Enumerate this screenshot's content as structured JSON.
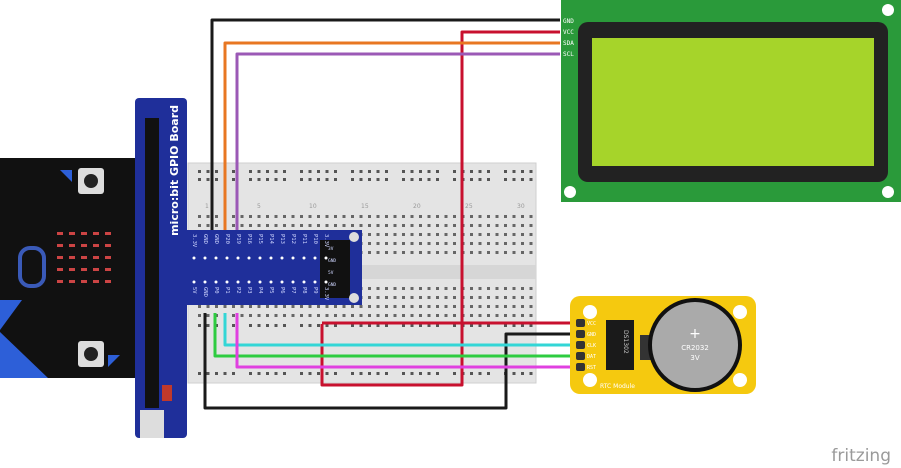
{
  "gpio_board": {
    "title": "micro:bit GPIO Board",
    "top_pins": [
      "3.3V",
      "GND",
      "GND",
      "P20",
      "P19",
      "P16",
      "P15",
      "P14",
      "P13",
      "P12",
      "P11",
      "P10",
      "3.3V"
    ],
    "bottom_pins": [
      "5V",
      "GND",
      "P0",
      "P1",
      "P2",
      "P3",
      "P4",
      "P5",
      "P6",
      "P7",
      "P8",
      "P9",
      "3.3V"
    ],
    "side_pins": [
      "3V",
      "GND",
      "5V",
      "GND"
    ]
  },
  "breadboard": {
    "column_numbers": [
      "1",
      "5",
      "10",
      "15",
      "20",
      "25",
      "30"
    ]
  },
  "lcd": {
    "pins": [
      "GND",
      "VCC",
      "SDA",
      "SCL"
    ]
  },
  "rtc": {
    "pins": [
      "VCC",
      "GND",
      "CLK",
      "DAT",
      "RST"
    ],
    "chip": "DS1302",
    "battery_label": "CR2032",
    "battery_voltage": "3V",
    "title": "RTC Module"
  },
  "wire_colors": {
    "black": "#1a1a1a",
    "red": "#c8102e",
    "orange": "#e87722",
    "purple": "#9b59b6",
    "cyan": "#33d6d6",
    "green": "#2ecc40",
    "magenta": "#e040e0"
  },
  "watermark": "fritzing"
}
